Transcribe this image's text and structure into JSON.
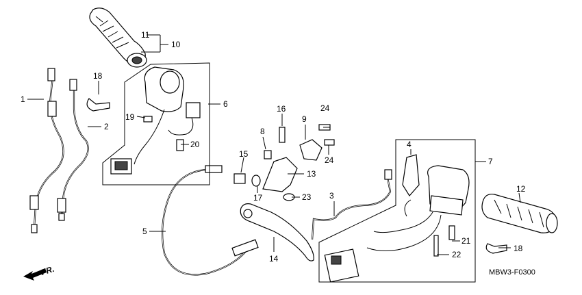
{
  "diagram": {
    "code": "MBW3-F0300",
    "direction_label": "FR.",
    "callouts": [
      "1",
      "2",
      "3",
      "4",
      "5",
      "6",
      "7",
      "8",
      "9",
      "10",
      "11",
      "12",
      "13",
      "14",
      "15",
      "16",
      "17",
      "18",
      "18",
      "19",
      "20",
      "21",
      "22",
      "23",
      "24",
      "24"
    ]
  }
}
